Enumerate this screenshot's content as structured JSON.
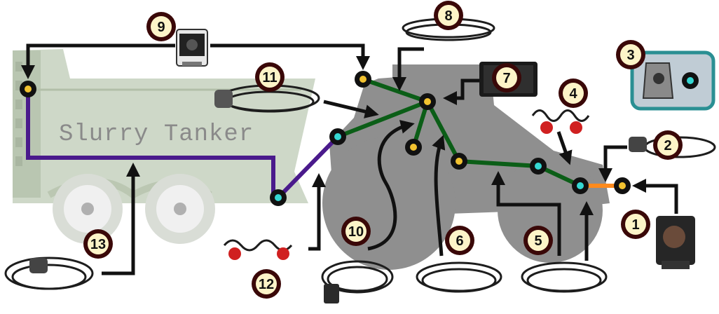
{
  "tanker": {
    "label": "Slurry Tanker"
  },
  "callouts": [
    "1",
    "2",
    "3",
    "4",
    "5",
    "6",
    "7",
    "8",
    "9",
    "10",
    "11",
    "12",
    "13"
  ],
  "colors": {
    "green_harness": "#0b5e17",
    "purple_harness": "#4a1a8c",
    "orange_harness": "#ff8a1c",
    "badge_fill": "#fdf4c8",
    "badge_ring": "#3a0808",
    "tractor": "#8f8f8f",
    "tanker": "#c9d4c2",
    "inset": "#2a8f93"
  }
}
